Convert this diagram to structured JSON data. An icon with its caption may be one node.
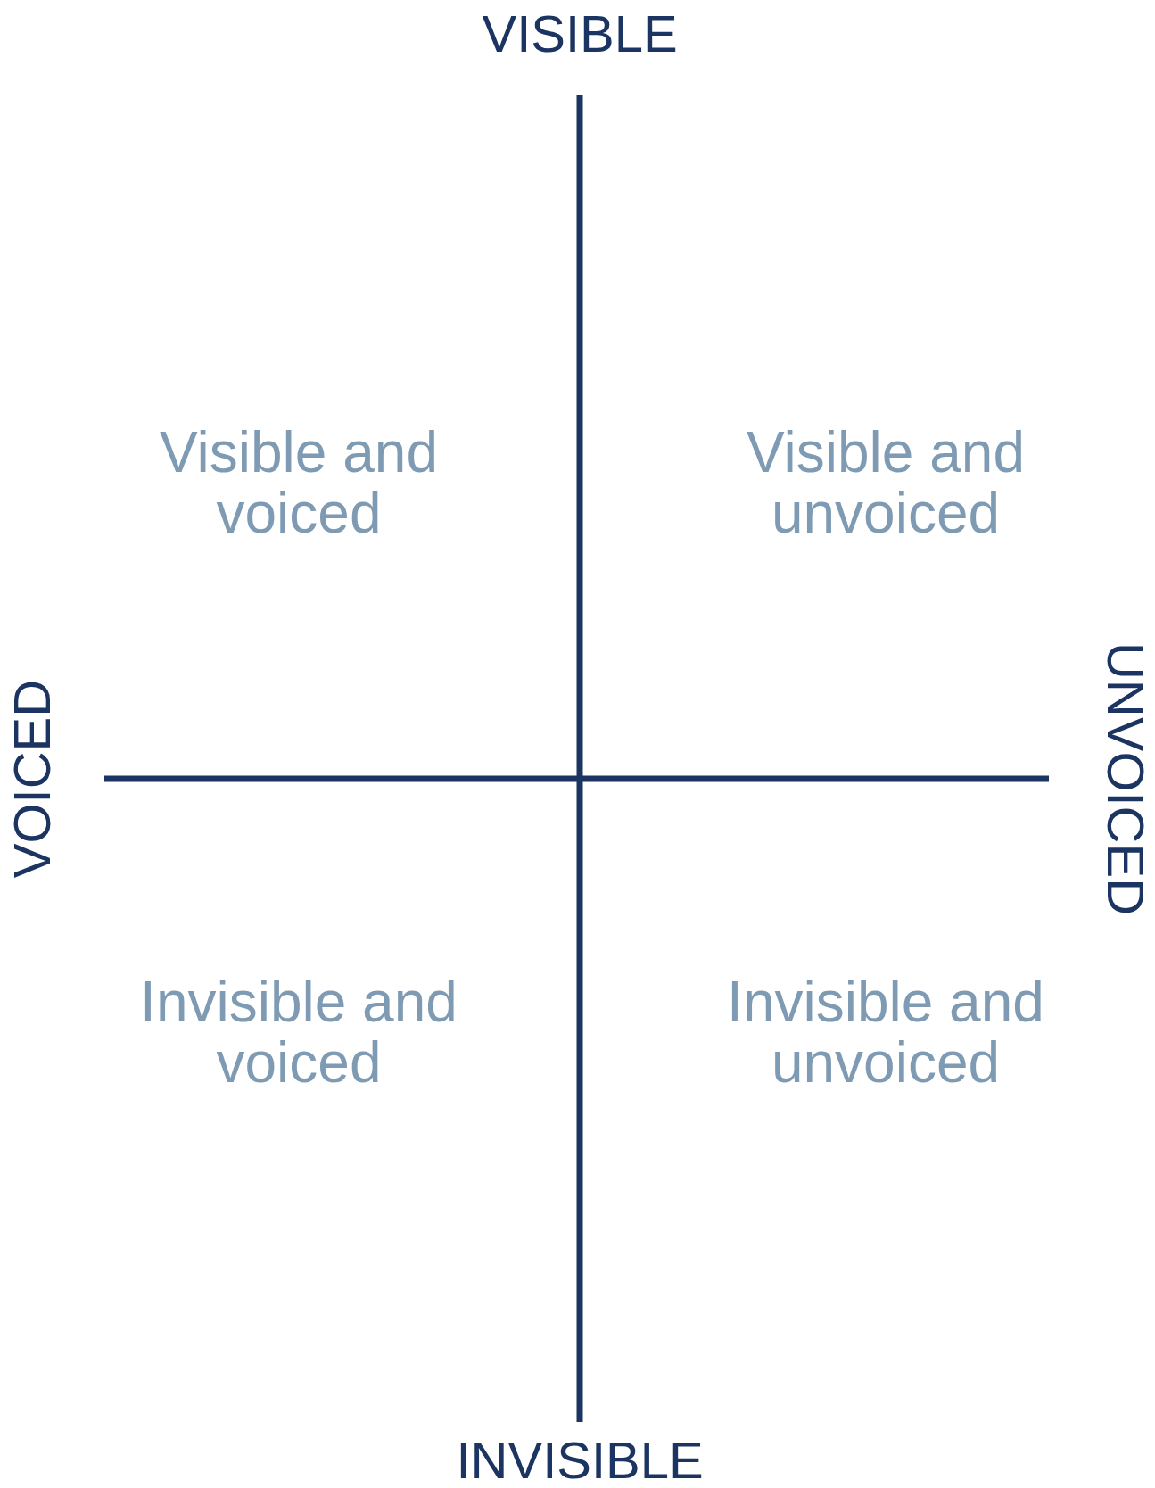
{
  "diagram": {
    "labels": [
      "VISIBLE",
      "Visible and voiced",
      "Visible and unvoiced",
      "VOICED",
      "UNVOICED",
      "Invisible and voiced",
      "Invisible and unvoiced",
      "INVISIBLE"
    ]
  }
}
